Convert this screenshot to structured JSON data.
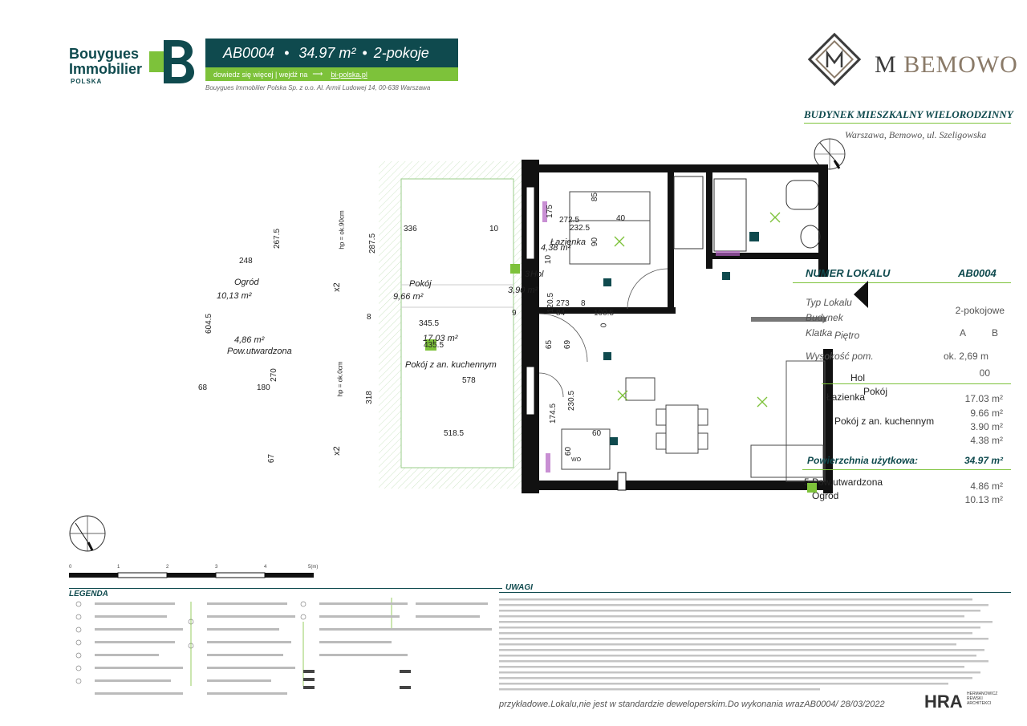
{
  "header": {
    "brand_line1": "Bouygues",
    "brand_line2": "Immobilier",
    "brand_sub": "POLSKA",
    "unit_code": "AB0004",
    "area": "34.97 m²",
    "rooms": "2-pokoje",
    "more_text": "dowiedz się więcej | wejdź na",
    "link_text": "bi-polska.pl",
    "company": "Bouygues Immobilier Polska Sp. z o.o. Al. Armii Ludowej 14, 00-638 Warszawa",
    "project_letter": "M",
    "project_name": "BEMOWO",
    "building_title": "BUDYNEK MIESZKALNY WIELORODZINNY",
    "building_address": "Warszawa, Bemowo, ul. Szeligowska"
  },
  "panel": {
    "numer_label": "NUMER LOKALU",
    "numer_value": "AB0004",
    "typ_label": "Typ Lokalu",
    "typ_value": "2-pokojowe",
    "budynek_label": "Budynek",
    "klatka_label": "Klatka",
    "pietro_label": "Piętro",
    "klatka_value": "A",
    "budynek_value": "B",
    "wysokosc_label": "Wysokość pom.",
    "wysokosc_value": "ok. 2,69 m",
    "pietro_value": "00",
    "rooms": [
      {
        "name": "Hol",
        "value": ""
      },
      {
        "name": "Łazienka",
        "value": "17.03 m²"
      },
      {
        "name": "Pokój",
        "value": "9.66 m²"
      },
      {
        "name": "Pokój z an. kuchennym",
        "value": "3.90 m²"
      },
      {
        "name": "",
        "value": "4.38 m²"
      }
    ],
    "pu_label": "Powierzchnia użytkowa:",
    "pu_value": "34.97 m²",
    "extra": [
      {
        "name": "Pow.utwardzona",
        "value": "4.86 m²"
      },
      {
        "name": "Ogród",
        "value": "10.13 m²"
      }
    ],
    "extra_num": "5"
  },
  "plan": {
    "ogrod_label": "Ogród",
    "ogrod_area": "10,13 m²",
    "utw_area": "4,86 m²",
    "utw_label": "Pow.utwardzona",
    "pokoj_label": "Pokój",
    "pokoj_area": "9,66 m²",
    "kuchnia_label": "Pokój z an. kuchennym",
    "kuchnia_area": "17,03 m²",
    "lazienka_label": "Łazienka",
    "lazienka_area": "4,38 m²",
    "hol_label": "Hol",
    "hol_area": "3,90 m²",
    "hp1": "hp = ok.90cm",
    "hp2": "hp = ok.0cm",
    "x2a": "x2",
    "x2b": "x2",
    "dims": {
      "d248": "248",
      "d2675": "267.5",
      "d6045": "604.5",
      "d68": "68",
      "d180": "180",
      "d270": "270",
      "d67": "67",
      "d2875": "287.5",
      "d8": "8",
      "d318": "318",
      "d336": "336",
      "d10a": "10",
      "d3455": "345.5",
      "d4355": "435.5",
      "d578": "578",
      "d5185": "518.5",
      "d2725": "272.5",
      "d2325": "232.5",
      "d40": "40",
      "d85": "85",
      "d90": "90",
      "d175": "175",
      "d10b": "10",
      "d1205": "120.5",
      "d273": "273",
      "d84": "84",
      "d8b": "8",
      "d1005": "100.5",
      "d65": "65",
      "d69": "69",
      "d2305": "230.5",
      "d1745": "174.5",
      "d60a": "60",
      "d60b": "60",
      "d9": "9",
      "d3": "3",
      "d0": "0",
      "dwo": "WO"
    }
  },
  "scale": {
    "ticks": [
      "0",
      "1",
      "2",
      "3",
      "4",
      "5(m)"
    ]
  },
  "legend": {
    "title": "LEGENDA",
    "uwagi_title": "UWAGI"
  },
  "footer": {
    "note": "przykładowe.Lokalu,nie jest w standardzie deweloperskim.Do wykonania wrazAB0004/ 28/03/2022",
    "hra": "HRA",
    "hra_sub1": "HERMANOWICZ",
    "hra_sub2": "REWSKI",
    "hra_sub3": "ARCHITEKCI"
  },
  "colors": {
    "brand": "#0f4a4e",
    "accent": "#7dc23a",
    "bemowo": "#8a7a68"
  }
}
